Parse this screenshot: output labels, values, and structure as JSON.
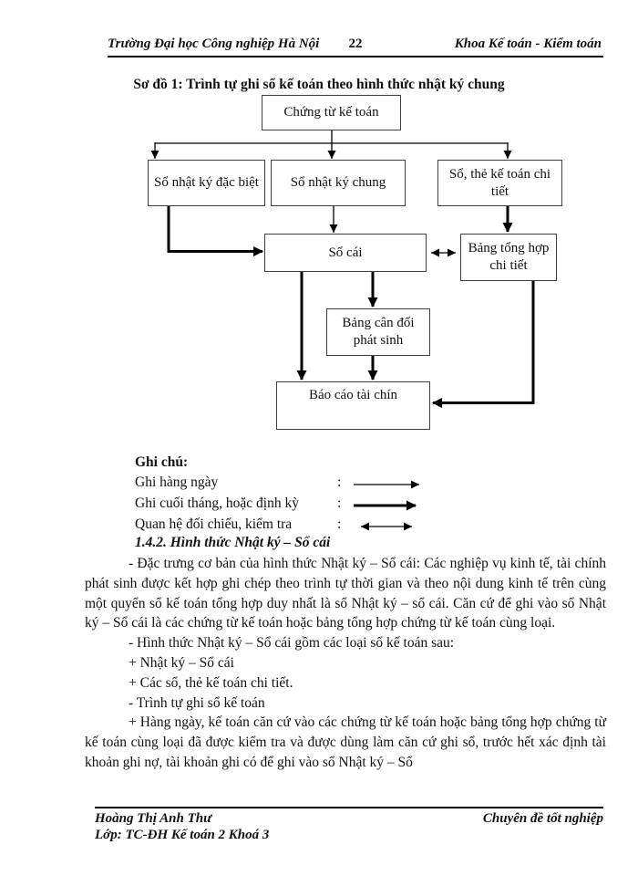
{
  "page": {
    "header": {
      "institution": "Trường Đại học Công nghiệp Hà Nội",
      "page_number": "22",
      "department": "Khoa Kế toán - Kiểm toán"
    },
    "footer": {
      "author": "Hoàng Thị Anh Thư",
      "class_line": "Lớp: TC-ĐH Kế toán 2 Khoá 3",
      "right": "Chuyên đề tốt nghiệp"
    }
  },
  "diagram": {
    "title": "Sơ đồ 1: Trình tự ghi sổ kế toán theo hình thức nhật ký chung",
    "boxes": {
      "chung_tu": "Chứng từ kế toán",
      "nhat_ky_dac_biet": "Sổ nhật ký đặc biệt",
      "nhat_ky_chung": "Sổ nhật ký chung",
      "so_the_chi_tiet": "Sổ, thẻ kế toán chi tiết",
      "so_cai": "Sổ cái",
      "bang_tong_hop": "Bảng tổng hợp chi tiết",
      "bang_can_doi": "Bảng cân đối phát sinh",
      "bao_cao": "Báo cáo tài chín"
    },
    "legend": {
      "title": "Ghi chú:",
      "items": [
        {
          "label": "Ghi hàng ngày",
          "separator": ":",
          "arrow": "thin-right-arrow"
        },
        {
          "label": "Ghi cuối tháng, hoặc định kỳ",
          "separator": ":",
          "arrow": "thick-right-arrow"
        },
        {
          "label": "Quan hệ đối chiếu, kiểm tra",
          "separator": ":",
          "arrow": "double-headed-arrow"
        }
      ]
    },
    "line_color": "#000000",
    "box_border_color": "#3f3f3f"
  },
  "content": {
    "section_heading": "1.4.2. Hình thức Nhật ký – Sổ cái",
    "paragraphs": [
      "- Đặc trưng cơ bản của hình thức Nhật ký – Sổ cái: Các nghiệp vụ kinh tế, tài chính phát sinh được kết hợp ghi chép theo trình tự thời gian và theo nội dung kinh tế trên cùng một quyển sổ kế toán tổng hợp duy nhất là sổ Nhật ký – sổ cái. Căn cứ để ghi vào sổ Nhật ký – Sổ cái là các chứng từ kế toán hoặc bảng tổng hợp chứng từ kế toán cùng loại.",
      "- Hình thức Nhật ký – Sổ cái gồm các loại sổ kế toán sau:",
      "+ Nhật ký – Sổ cái",
      "+ Các sổ, thẻ kế toán chi tiết.",
      "- Trình tự ghi sổ kế toán",
      "+ Hàng ngày, kế toán căn cứ vào các chứng từ kế toán hoặc bảng tổng hợp chứng từ kế toán cùng loại đã được kiểm tra và được dùng làm căn cứ ghi sổ, trước hết xác định tài khoản ghi nợ, tài khoản ghi có để ghi vào sổ Nhật ký – Sổ"
    ]
  }
}
